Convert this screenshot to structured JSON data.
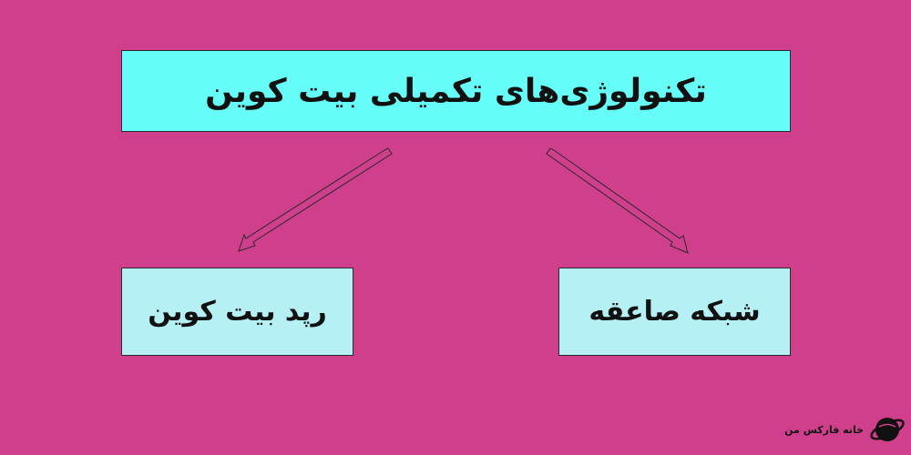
{
  "diagram": {
    "root": {
      "label": "تکنولوژی‌های تکمیلی بیت کوین"
    },
    "children": [
      {
        "label": "رپد بیت کوین"
      },
      {
        "label": "شبکه صاعقه"
      }
    ]
  },
  "colors": {
    "background": "#d03f8c",
    "root_box": "#66fdf8",
    "child_box": "#b4f0f4",
    "arrow_fill": "#d03f8c",
    "arrow_stroke": "#2a2a2a"
  },
  "logo": {
    "text": "خانه فارکس من",
    "icon": "globe-logo-icon"
  }
}
